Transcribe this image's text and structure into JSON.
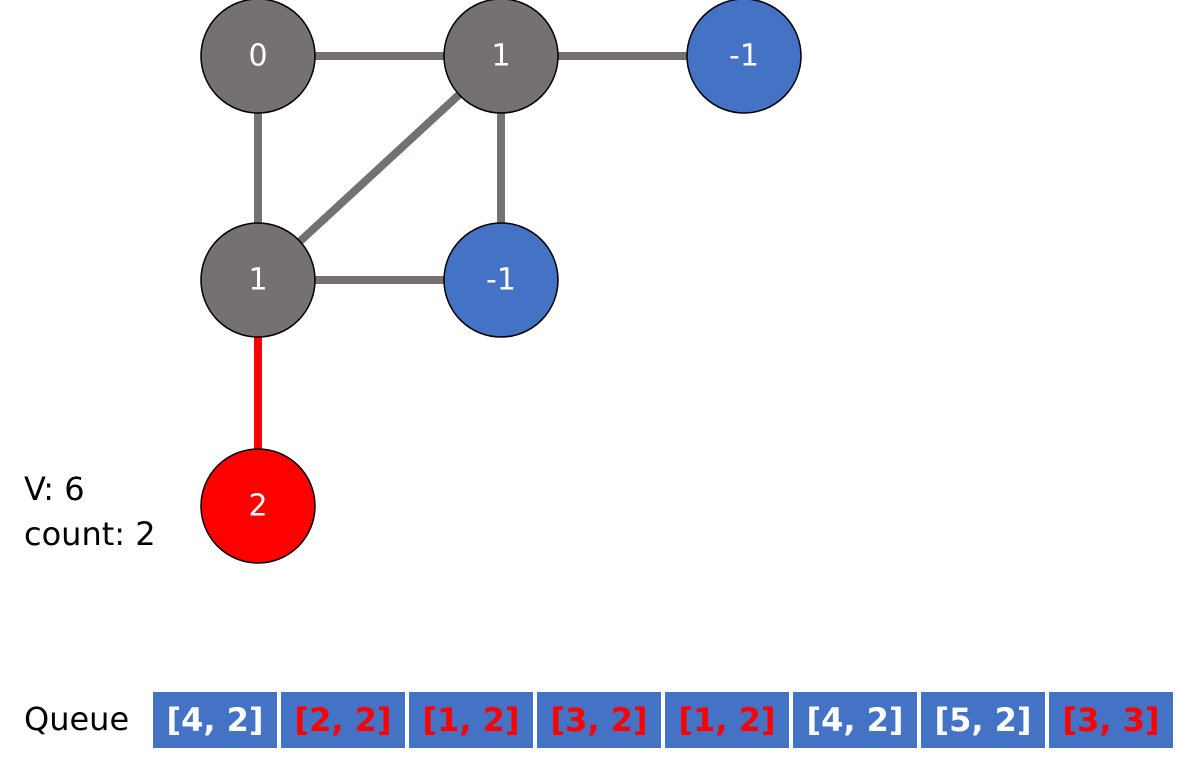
{
  "colors": {
    "visited_node": "#767171",
    "unvisited_node": "#4472C4",
    "current_node": "#FF0000",
    "edge": "#767171",
    "active_edge": "#FF0000",
    "queue_cell_bg": "#4472C4",
    "queue_text_default": "#FFFFFF",
    "queue_text_highlight": "#FF0000"
  },
  "graph": {
    "nodes": [
      {
        "id": "n0",
        "label": "0",
        "state": "visited"
      },
      {
        "id": "n1",
        "label": "1",
        "state": "visited"
      },
      {
        "id": "n2",
        "label": "-1",
        "state": "unvisited"
      },
      {
        "id": "n3",
        "label": "1",
        "state": "visited"
      },
      {
        "id": "n4",
        "label": "-1",
        "state": "unvisited"
      },
      {
        "id": "n5",
        "label": "2",
        "state": "current"
      }
    ],
    "edges": [
      {
        "from": "n0",
        "to": "n1",
        "state": "normal"
      },
      {
        "from": "n1",
        "to": "n2",
        "state": "normal"
      },
      {
        "from": "n0",
        "to": "n3",
        "state": "normal"
      },
      {
        "from": "n1",
        "to": "n3",
        "state": "normal"
      },
      {
        "from": "n1",
        "to": "n4",
        "state": "normal"
      },
      {
        "from": "n3",
        "to": "n4",
        "state": "normal"
      },
      {
        "from": "n3",
        "to": "n5",
        "state": "active"
      }
    ]
  },
  "info": {
    "v_text": "V: 6",
    "count_text": "count: 2"
  },
  "queue": {
    "label": "Queue",
    "items": [
      {
        "text": "[4, 2]",
        "highlight": false
      },
      {
        "text": "[2, 2]",
        "highlight": true
      },
      {
        "text": "[1, 2]",
        "highlight": true
      },
      {
        "text": "[3, 2]",
        "highlight": true
      },
      {
        "text": "[1, 2]",
        "highlight": true
      },
      {
        "text": "[4, 2]",
        "highlight": false
      },
      {
        "text": "[5, 2]",
        "highlight": false
      },
      {
        "text": "[3, 3]",
        "highlight": true
      }
    ]
  }
}
